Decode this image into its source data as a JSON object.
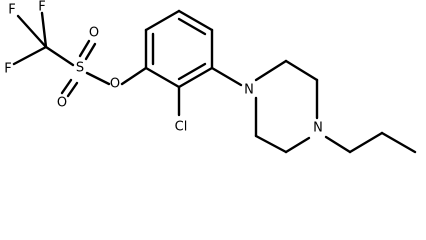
{
  "molecule": {
    "atom_labels": {
      "f_top_left": "F",
      "f_top": "F",
      "f_left": "F",
      "s": "S",
      "o_upper": "O",
      "o_lower": "O",
      "o_ester": "O",
      "cl": "Cl",
      "n_piperazine_aryl": "N",
      "n_piperazine_propyl": "N"
    }
  }
}
